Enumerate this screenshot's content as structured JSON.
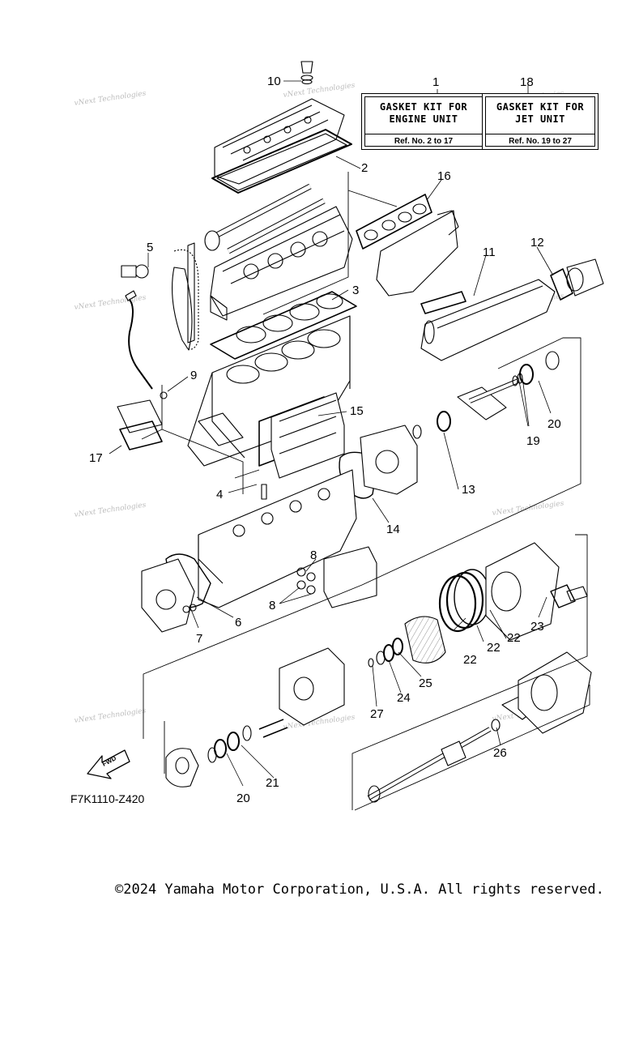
{
  "kits": [
    {
      "id": "1",
      "title_line1": "GASKET KIT FOR",
      "title_line2": "ENGINE UNIT",
      "ref": "Ref. No. 2 to 17"
    },
    {
      "id": "18",
      "title_line1": "GASKET KIT FOR",
      "title_line2": "JET UNIT",
      "ref": "Ref. No. 19 to 27"
    }
  ],
  "callouts": {
    "c1": "1",
    "c2": "2",
    "c3": "3",
    "c4": "4",
    "c5": "5",
    "c6": "6",
    "c7": "7",
    "c8a": "8",
    "c8b": "8",
    "c9": "9",
    "c10": "10",
    "c11": "11",
    "c12": "12",
    "c13": "13",
    "c14": "14",
    "c15": "15",
    "c16": "16",
    "c17": "17",
    "c18": "18",
    "c19": "19",
    "c20a": "20",
    "c20b": "20",
    "c21": "21",
    "c22a": "22",
    "c22b": "22",
    "c22c": "22",
    "c23": "23",
    "c24": "24",
    "c25": "25",
    "c26": "26",
    "c27": "27"
  },
  "watermark": "vNext Technologies",
  "fwd_label": "FWD",
  "figure_code": "F7K1110-Z420",
  "copyright": "©2024 Yamaha Motor Corporation, U.S.A. All rights reserved."
}
